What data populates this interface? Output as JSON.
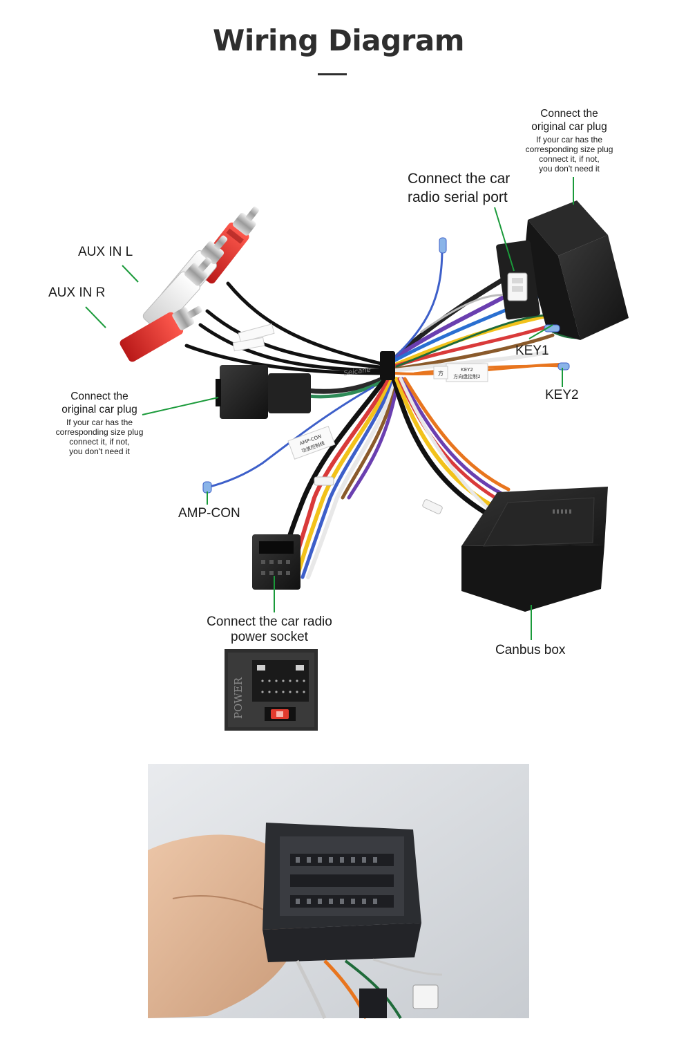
{
  "header": {
    "title": "Wiring Diagram"
  },
  "labels": {
    "aux_in_l": "AUX IN L",
    "aux_in_r": "AUX IN R",
    "serial_port": [
      "Connect the car",
      "radio  serial port"
    ],
    "key1": "KEY1",
    "key2": "KEY2",
    "amp_con": "AMP-CON",
    "power_socket": [
      "Connect the car radio",
      "power socket"
    ],
    "canbus_box": "Canbus box",
    "original_plug_top": {
      "main": [
        "Connect the",
        "original car plug"
      ],
      "note": [
        "If your car has the",
        "corresponding size plug",
        "connect it, if not,",
        "you don't need it"
      ]
    },
    "original_plug_left": {
      "main": [
        "Connect the",
        "original car plug"
      ],
      "note": [
        "If your car has the",
        "corresponding size plug",
        "connect it, if not,",
        "you don't need it"
      ]
    }
  },
  "harness_tags": {
    "key2_tag": [
      "KEY2",
      "方向盘控制2"
    ],
    "amp_tag": [
      "AMP-CON",
      "功放控制线"
    ],
    "brand_text": "Seicane",
    "key_side_tag": "方"
  },
  "power_inset": {
    "label": "POWER"
  },
  "colors": {
    "leader_line": "#1a9a3a",
    "title": "#2e2e2e",
    "rca_red": "#d42424",
    "rca_white": "#f2f2f2",
    "connector_black": "#1c1c1c"
  }
}
